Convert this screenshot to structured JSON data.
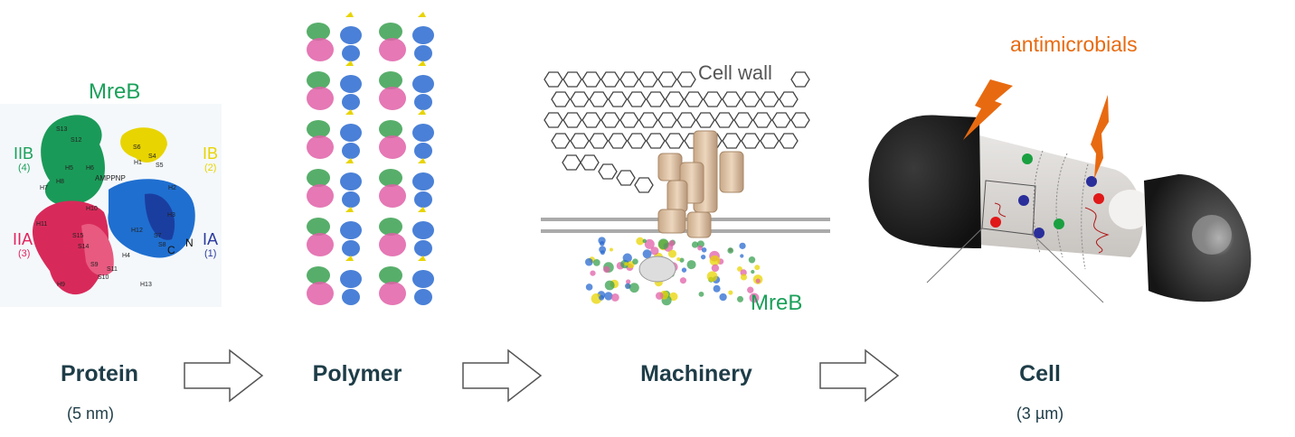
{
  "stages": [
    {
      "title": "Protein",
      "scale": "(5 nm)"
    },
    {
      "title": "Polymer"
    },
    {
      "title": "Machinery"
    },
    {
      "title": "Cell",
      "scale": "(3 µm)"
    }
  ],
  "protein": {
    "name": "MreB",
    "domains": [
      {
        "label": "IIB",
        "num": "(4)",
        "color": "#1aa05a"
      },
      {
        "label": "IB",
        "num": "(2)",
        "color": "#e8d400"
      },
      {
        "label": "IIA",
        "num": "(3)",
        "color": "#e0245e"
      },
      {
        "label": "IA",
        "num": "(1)",
        "color": "#2a3a9e"
      }
    ],
    "ligand": "AMPPNP",
    "terminals": [
      "N",
      "C"
    ],
    "elements": [
      "S13",
      "S12",
      "H5",
      "H6",
      "H8",
      "H7",
      "S6",
      "S4",
      "H1",
      "S5",
      "H2",
      "H3",
      "H10",
      "H11",
      "S15",
      "S14",
      "S9",
      "S11",
      "S10",
      "H9",
      "H12",
      "S7",
      "S8",
      "H4",
      "H13"
    ]
  },
  "machinery": {
    "wall_label": "Cell wall",
    "mreb_label": "MreB",
    "mreb_color": "#1aa05a"
  },
  "cell": {
    "antimicrobials_label": "antimicrobials",
    "accent": "#e86a10"
  }
}
